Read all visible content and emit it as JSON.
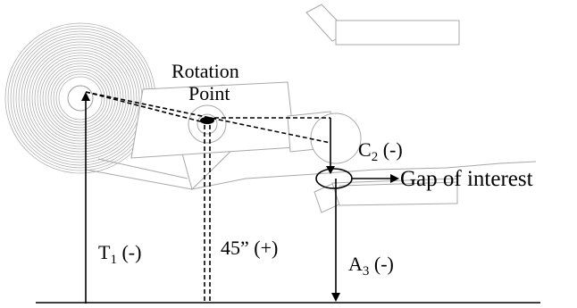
{
  "diagram": {
    "labels": {
      "rotation_line1": "Rotation",
      "rotation_line2": "Point",
      "c2_main": "C",
      "c2_sub": "2",
      "c2_sign": " (-)",
      "gap": "Gap of interest",
      "t1_main": "T",
      "t1_sub": "1",
      "t1_sign": " (-)",
      "angle": "45” (+)",
      "a3_main": "A",
      "a3_sub": "3",
      "a3_sign": " (-)"
    },
    "colors": {
      "ink": "#000000",
      "machine_outline": "#a8a8a8",
      "background": "#ffffff"
    }
  }
}
